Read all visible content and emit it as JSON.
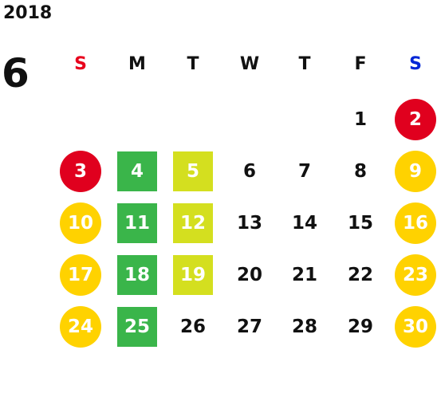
{
  "header": {
    "year": "2018",
    "month": "6"
  },
  "weekdays": [
    {
      "label": "S",
      "color": "#e8001c"
    },
    {
      "label": "M",
      "color": "#111111"
    },
    {
      "label": "T",
      "color": "#111111"
    },
    {
      "label": "W",
      "color": "#111111"
    },
    {
      "label": "T",
      "color": "#111111"
    },
    {
      "label": "F",
      "color": "#111111"
    },
    {
      "label": "S",
      "color": "#0026d6"
    }
  ],
  "colors": {
    "red": "#e0001e",
    "yellow": "#ffd200",
    "green": "#3ab54a",
    "lime": "#d4df1f"
  },
  "days": [
    {
      "day": "1",
      "col": 5,
      "row": 0,
      "mark": "none"
    },
    {
      "day": "2",
      "col": 6,
      "row": 0,
      "mark": "red-circle"
    },
    {
      "day": "3",
      "col": 0,
      "row": 1,
      "mark": "red-circle"
    },
    {
      "day": "4",
      "col": 1,
      "row": 1,
      "mark": "green-square"
    },
    {
      "day": "5",
      "col": 2,
      "row": 1,
      "mark": "lime-square"
    },
    {
      "day": "6",
      "col": 3,
      "row": 1,
      "mark": "none"
    },
    {
      "day": "7",
      "col": 4,
      "row": 1,
      "mark": "none"
    },
    {
      "day": "8",
      "col": 5,
      "row": 1,
      "mark": "none"
    },
    {
      "day": "9",
      "col": 6,
      "row": 1,
      "mark": "yellow-circle"
    },
    {
      "day": "10",
      "col": 0,
      "row": 2,
      "mark": "yellow-circle"
    },
    {
      "day": "11",
      "col": 1,
      "row": 2,
      "mark": "green-square"
    },
    {
      "day": "12",
      "col": 2,
      "row": 2,
      "mark": "lime-square"
    },
    {
      "day": "13",
      "col": 3,
      "row": 2,
      "mark": "none"
    },
    {
      "day": "14",
      "col": 4,
      "row": 2,
      "mark": "none"
    },
    {
      "day": "15",
      "col": 5,
      "row": 2,
      "mark": "none"
    },
    {
      "day": "16",
      "col": 6,
      "row": 2,
      "mark": "yellow-circle"
    },
    {
      "day": "17",
      "col": 0,
      "row": 3,
      "mark": "yellow-circle"
    },
    {
      "day": "18",
      "col": 1,
      "row": 3,
      "mark": "green-square"
    },
    {
      "day": "19",
      "col": 2,
      "row": 3,
      "mark": "lime-square"
    },
    {
      "day": "20",
      "col": 3,
      "row": 3,
      "mark": "none"
    },
    {
      "day": "21",
      "col": 4,
      "row": 3,
      "mark": "none"
    },
    {
      "day": "22",
      "col": 5,
      "row": 3,
      "mark": "none"
    },
    {
      "day": "23",
      "col": 6,
      "row": 3,
      "mark": "yellow-circle"
    },
    {
      "day": "24",
      "col": 0,
      "row": 4,
      "mark": "yellow-circle"
    },
    {
      "day": "25",
      "col": 1,
      "row": 4,
      "mark": "green-square"
    },
    {
      "day": "26",
      "col": 2,
      "row": 4,
      "mark": "none"
    },
    {
      "day": "27",
      "col": 3,
      "row": 4,
      "mark": "none"
    },
    {
      "day": "28",
      "col": 4,
      "row": 4,
      "mark": "none"
    },
    {
      "day": "29",
      "col": 5,
      "row": 4,
      "mark": "none"
    },
    {
      "day": "30",
      "col": 6,
      "row": 4,
      "mark": "yellow-circle"
    }
  ]
}
